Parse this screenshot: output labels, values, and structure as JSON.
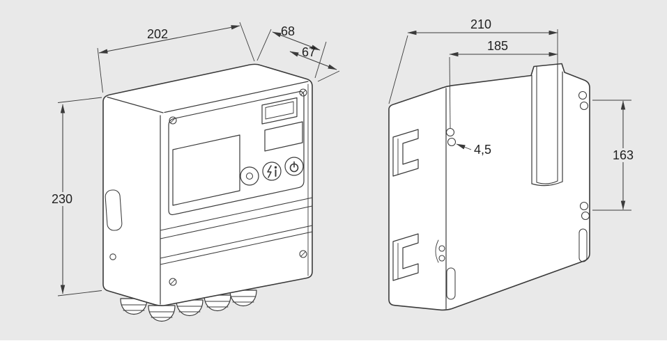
{
  "page": {
    "background": "#e9e9e9",
    "footer_bar_color": "#ffffff"
  },
  "drawing": {
    "line_color": "#3a3a3a",
    "fill_color": "#ffffff",
    "text_color": "#1f1f1f"
  },
  "left_view": {
    "labels": {
      "width": "202",
      "depth_outer": "68",
      "depth_inner": "67",
      "height": "230"
    }
  },
  "right_view": {
    "labels": {
      "width": "210",
      "mounting_width": "185",
      "hole_diameter": "4,5",
      "mounting_height": "163"
    }
  }
}
